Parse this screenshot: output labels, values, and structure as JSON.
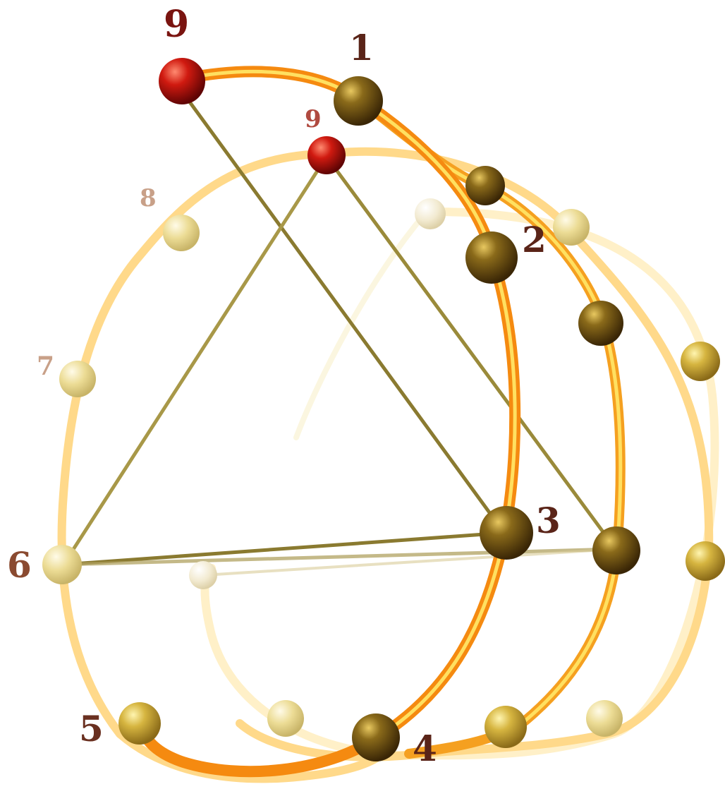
{
  "diagram": {
    "labels": {
      "top_nine": "9",
      "one": "1",
      "small_nine": "9",
      "eight": "8",
      "two": "2",
      "seven": "7",
      "three": "3",
      "six": "6",
      "five": "5",
      "four": "4"
    },
    "colors": {
      "front_ring": "#f5a020",
      "front_ring_highlight": "#ffe060",
      "back_ring": "#ffd98a",
      "faint_ring": "#fff0c8",
      "bronze_ball": "#7a5a12",
      "gold_ball": "#d6b540",
      "pale_ball": "#ecdc95",
      "red_ball": "#c81010",
      "rod": "#9a8840",
      "label_dark": "#5a2418",
      "label_red": "#7a1410",
      "label_faint": "#c8a088"
    }
  }
}
